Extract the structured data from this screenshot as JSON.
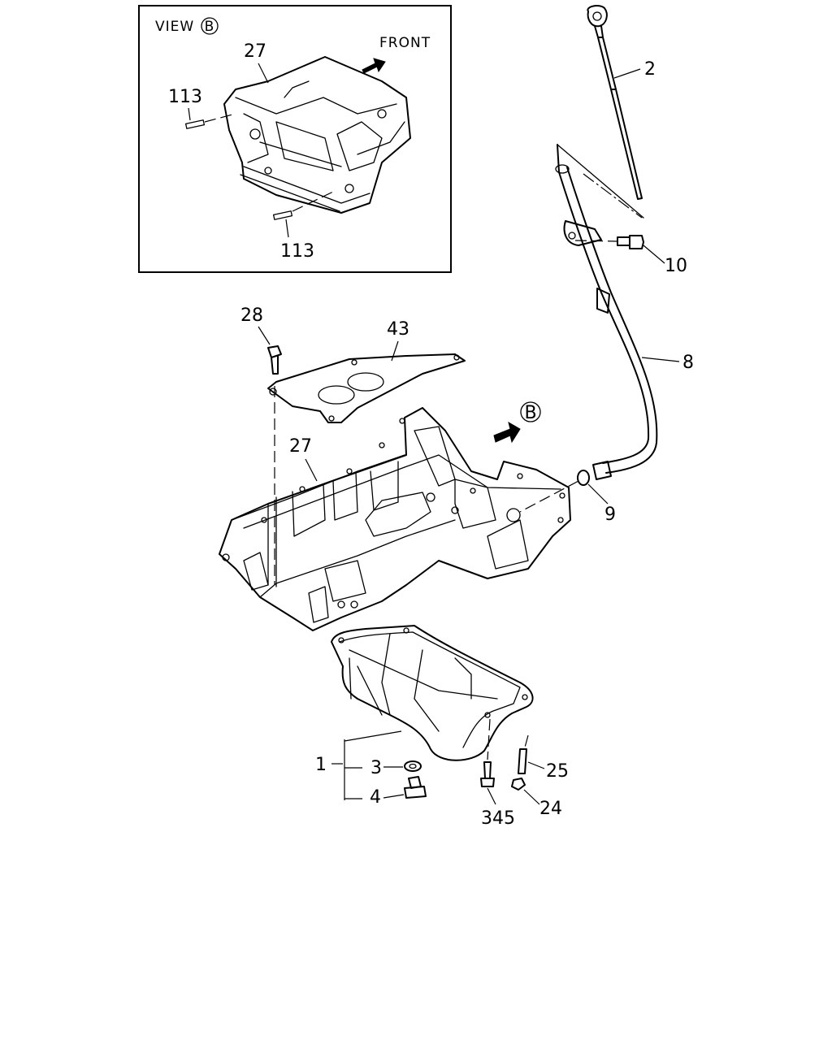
{
  "inset": {
    "view_label": "VIEW",
    "view_marker": "B",
    "front_label": "FRONT"
  },
  "callouts": {
    "c113_top": "113",
    "c113_bottom": "113",
    "c27_inset": "27",
    "c2": "2",
    "c10": "10",
    "c28": "28",
    "c43": "43",
    "c8": "8",
    "cB": "B",
    "c27_main": "27",
    "c9": "9",
    "c1": "1",
    "c3": "3",
    "c4": "4",
    "c25": "25",
    "c24": "24",
    "c345": "345"
  }
}
